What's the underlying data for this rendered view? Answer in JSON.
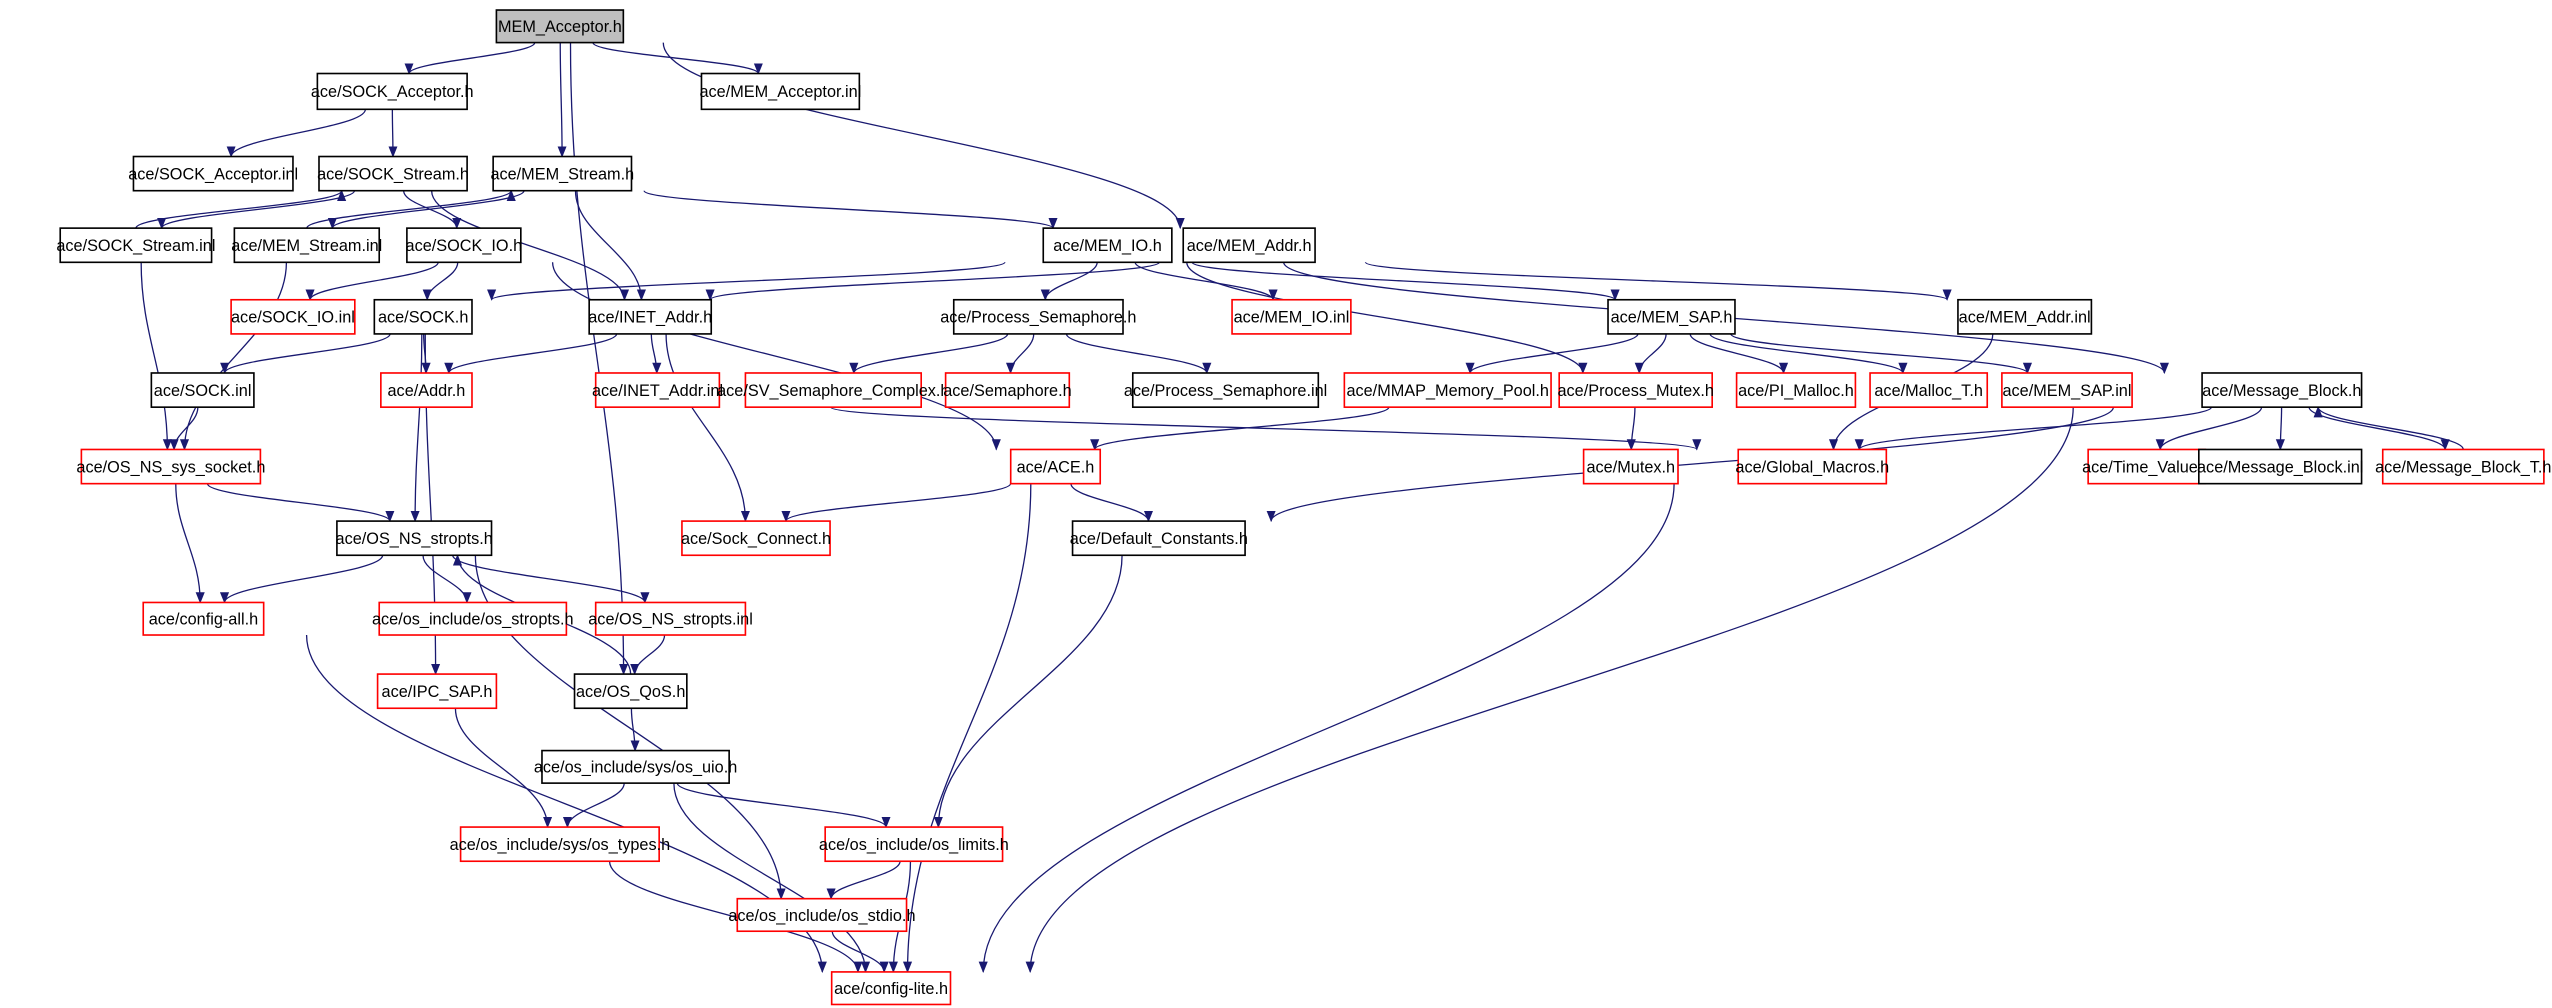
{
  "diagram": {
    "type": "include-dependency-graph",
    "colors": {
      "edge": "#191970",
      "root_fill": "#bfbfbf",
      "documented_border": "#000000",
      "undocumented_border": "#ff0000"
    },
    "nodes": [
      {
        "label": "MEM_Acceptor.h",
        "style": "root"
      },
      {
        "label": "ace/SOCK_Acceptor.h",
        "style": "black"
      },
      {
        "label": "ace/MEM_Acceptor.inl",
        "style": "black"
      },
      {
        "label": "ace/SOCK_Acceptor.inl",
        "style": "black"
      },
      {
        "label": "ace/SOCK_Stream.h",
        "style": "black"
      },
      {
        "label": "ace/MEM_Stream.h",
        "style": "black"
      },
      {
        "label": "ace/SOCK_Stream.inl",
        "style": "black"
      },
      {
        "label": "ace/MEM_Stream.inl",
        "style": "black"
      },
      {
        "label": "ace/SOCK_IO.h",
        "style": "black"
      },
      {
        "label": "ace/MEM_IO.h",
        "style": "black"
      },
      {
        "label": "ace/MEM_Addr.h",
        "style": "black"
      },
      {
        "label": "ace/SOCK_IO.inl",
        "style": "red"
      },
      {
        "label": "ace/SOCK.h",
        "style": "black"
      },
      {
        "label": "ace/INET_Addr.h",
        "style": "black"
      },
      {
        "label": "ace/Process_Semaphore.h",
        "style": "black"
      },
      {
        "label": "ace/MEM_IO.inl",
        "style": "red"
      },
      {
        "label": "ace/MEM_SAP.h",
        "style": "black"
      },
      {
        "label": "ace/MEM_Addr.inl",
        "style": "black"
      },
      {
        "label": "ace/SOCK.inl",
        "style": "black"
      },
      {
        "label": "ace/Addr.h",
        "style": "red"
      },
      {
        "label": "ace/INET_Addr.inl",
        "style": "red"
      },
      {
        "label": "ace/SV_Semaphore_Complex.h",
        "style": "red"
      },
      {
        "label": "ace/Semaphore.h",
        "style": "red"
      },
      {
        "label": "ace/Process_Semaphore.inl",
        "style": "black"
      },
      {
        "label": "ace/MMAP_Memory_Pool.h",
        "style": "red"
      },
      {
        "label": "ace/Process_Mutex.h",
        "style": "red"
      },
      {
        "label": "ace/PI_Malloc.h",
        "style": "red"
      },
      {
        "label": "ace/Malloc_T.h",
        "style": "red"
      },
      {
        "label": "ace/MEM_SAP.inl",
        "style": "red"
      },
      {
        "label": "ace/Message_Block.h",
        "style": "black"
      },
      {
        "label": "ace/OS_NS_sys_socket.h",
        "style": "red"
      },
      {
        "label": "ace/Mutex.h",
        "style": "red"
      },
      {
        "label": "ace/ACE.h",
        "style": "red"
      },
      {
        "label": "ace/Global_Macros.h",
        "style": "red"
      },
      {
        "label": "ace/Time_Value.h",
        "style": "red"
      },
      {
        "label": "ace/Message_Block.inl",
        "style": "black"
      },
      {
        "label": "ace/Message_Block_T.h",
        "style": "red"
      },
      {
        "label": "ace/OS_NS_stropts.h",
        "style": "black"
      },
      {
        "label": "ace/Sock_Connect.h",
        "style": "red"
      },
      {
        "label": "ace/Default_Constants.h",
        "style": "black"
      },
      {
        "label": "ace/config-all.h",
        "style": "red"
      },
      {
        "label": "ace/os_include/os_stropts.h",
        "style": "red"
      },
      {
        "label": "ace/OS_NS_stropts.inl",
        "style": "red"
      },
      {
        "label": "ace/IPC_SAP.h",
        "style": "red"
      },
      {
        "label": "ace/OS_QoS.h",
        "style": "black"
      },
      {
        "label": "ace/os_include/sys/os_uio.h",
        "style": "black"
      },
      {
        "label": "ace/os_include/sys/os_types.h",
        "style": "red"
      },
      {
        "label": "ace/os_include/os_limits.h",
        "style": "red"
      },
      {
        "label": "ace/os_include/os_stdio.h",
        "style": "red"
      },
      {
        "label": "ace/config-lite.h",
        "style": "red"
      }
    ],
    "edges": [
      [
        "MEM_Acceptor.h",
        "ace/SOCK_Acceptor.h"
      ],
      [
        "MEM_Acceptor.h",
        "ace/MEM_Acceptor.inl"
      ],
      [
        "MEM_Acceptor.h",
        "ace/MEM_Stream.h"
      ],
      [
        "MEM_Acceptor.h",
        "ace/MEM_Addr.h"
      ],
      [
        "MEM_Acceptor.h",
        "ace/OS_QoS.h"
      ],
      [
        "ace/SOCK_Acceptor.h",
        "ace/SOCK_Acceptor.inl"
      ],
      [
        "ace/SOCK_Acceptor.h",
        "ace/SOCK_Stream.h"
      ],
      [
        "ace/SOCK_Stream.h",
        "ace/SOCK_Stream.inl"
      ],
      [
        "ace/SOCK_Stream.h",
        "ace/SOCK_IO.h"
      ],
      [
        "ace/SOCK_Stream.h",
        "ace/INET_Addr.h"
      ],
      [
        "ace/SOCK_Stream.inl",
        "ace/SOCK_Stream.h"
      ],
      [
        "ace/SOCK_Stream.inl",
        "ace/OS_NS_sys_socket.h"
      ],
      [
        "ace/MEM_Stream.h",
        "ace/MEM_Stream.inl"
      ],
      [
        "ace/MEM_Stream.h",
        "ace/INET_Addr.h"
      ],
      [
        "ace/MEM_Stream.h",
        "ace/MEM_IO.h"
      ],
      [
        "ace/MEM_Stream.inl",
        "ace/MEM_Stream.h"
      ],
      [
        "ace/MEM_Stream.inl",
        "ace/OS_NS_sys_socket.h"
      ],
      [
        "ace/SOCK_IO.h",
        "ace/SOCK_IO.inl"
      ],
      [
        "ace/SOCK_IO.h",
        "ace/SOCK.h"
      ],
      [
        "ace/SOCK_IO.h",
        "ace/ACE.h"
      ],
      [
        "ace/MEM_IO.h",
        "ace/SOCK.h"
      ],
      [
        "ace/MEM_IO.h",
        "ace/Process_Semaphore.h"
      ],
      [
        "ace/MEM_IO.h",
        "ace/MEM_IO.inl"
      ],
      [
        "ace/MEM_IO.h",
        "ace/Process_Mutex.h"
      ],
      [
        "ace/MEM_IO.h",
        "ace/MEM_SAP.h"
      ],
      [
        "ace/MEM_IO.h",
        "ace/Message_Block.h"
      ],
      [
        "ace/MEM_Addr.h",
        "ace/INET_Addr.h"
      ],
      [
        "ace/MEM_Addr.h",
        "ace/MEM_Addr.inl"
      ],
      [
        "ace/SOCK.h",
        "ace/SOCK.inl"
      ],
      [
        "ace/SOCK.h",
        "ace/Addr.h"
      ],
      [
        "ace/SOCK.h",
        "ace/OS_NS_stropts.h"
      ],
      [
        "ace/SOCK.h",
        "ace/IPC_SAP.h"
      ],
      [
        "ace/INET_Addr.h",
        "ace/Addr.h"
      ],
      [
        "ace/INET_Addr.h",
        "ace/INET_Addr.inl"
      ],
      [
        "ace/INET_Addr.h",
        "ace/Sock_Connect.h"
      ],
      [
        "ace/Process_Semaphore.h",
        "ace/SV_Semaphore_Complex.h"
      ],
      [
        "ace/Process_Semaphore.h",
        "ace/Semaphore.h"
      ],
      [
        "ace/Process_Semaphore.h",
        "ace/Process_Semaphore.inl"
      ],
      [
        "ace/MEM_SAP.h",
        "ace/MMAP_Memory_Pool.h"
      ],
      [
        "ace/MEM_SAP.h",
        "ace/Process_Mutex.h"
      ],
      [
        "ace/MEM_SAP.h",
        "ace/PI_Malloc.h"
      ],
      [
        "ace/MEM_SAP.h",
        "ace/Malloc_T.h"
      ],
      [
        "ace/MEM_SAP.h",
        "ace/MEM_SAP.inl"
      ],
      [
        "ace/MEM_Addr.inl",
        "ace/Global_Macros.h"
      ],
      [
        "ace/SOCK.inl",
        "ace/OS_NS_sys_socket.h"
      ],
      [
        "ace/INET_Addr.inl",
        "ace/Global_Macros.h"
      ],
      [
        "ace/MMAP_Memory_Pool.h",
        "ace/ACE.h"
      ],
      [
        "ace/Process_Mutex.h",
        "ace/Mutex.h"
      ],
      [
        "ace/Message_Block.h",
        "ace/Global_Macros.h"
      ],
      [
        "ace/Message_Block.h",
        "ace/Time_Value.h"
      ],
      [
        "ace/Message_Block.h",
        "ace/Message_Block.inl"
      ],
      [
        "ace/Message_Block.h",
        "ace/Message_Block_T.h"
      ],
      [
        "ace/Message_Block.h",
        "ace/Default_Constants.h"
      ],
      [
        "ace/Message_Block.h",
        "ace/config-lite.h"
      ],
      [
        "ace/Message_Block_T.h",
        "ace/Message_Block.h"
      ],
      [
        "ace/OS_NS_sys_socket.h",
        "ace/OS_NS_stropts.h"
      ],
      [
        "ace/OS_NS_sys_socket.h",
        "ace/config-all.h"
      ],
      [
        "ace/ACE.h",
        "ace/Sock_Connect.h"
      ],
      [
        "ace/ACE.h",
        "ace/Default_Constants.h"
      ],
      [
        "ace/ACE.h",
        "ace/config-lite.h"
      ],
      [
        "ace/Global_Macros.h",
        "ace/config-lite.h"
      ],
      [
        "ace/OS_NS_stropts.h",
        "ace/config-all.h"
      ],
      [
        "ace/OS_NS_stropts.h",
        "ace/os_include/os_stropts.h"
      ],
      [
        "ace/OS_NS_stropts.h",
        "ace/OS_NS_stropts.inl"
      ],
      [
        "ace/OS_NS_stropts.h",
        "ace/os_include/os_stdio.h"
      ],
      [
        "ace/OS_QoS.h",
        "ace/OS_NS_stropts.h"
      ],
      [
        "ace/OS_QoS.h",
        "ace/os_include/sys/os_uio.h"
      ],
      [
        "ace/OS_NS_stropts.inl",
        "ace/OS_QoS.h"
      ],
      [
        "ace/config-all.h",
        "ace/config-lite.h"
      ],
      [
        "ace/Default_Constants.h",
        "ace/os_include/os_limits.h"
      ],
      [
        "ace/IPC_SAP.h",
        "ace/os_include/sys/os_types.h"
      ],
      [
        "ace/os_include/sys/os_uio.h",
        "ace/os_include/sys/os_types.h"
      ],
      [
        "ace/os_include/sys/os_uio.h",
        "ace/os_include/os_limits.h"
      ],
      [
        "ace/os_include/sys/os_uio.h",
        "ace/config-lite.h"
      ],
      [
        "ace/os_include/sys/os_types.h",
        "ace/config-lite.h"
      ],
      [
        "ace/os_include/os_limits.h",
        "ace/os_include/os_stdio.h"
      ],
      [
        "ace/os_include/os_limits.h",
        "ace/config-lite.h"
      ],
      [
        "ace/os_include/os_stdio.h",
        "ace/config-lite.h"
      ]
    ]
  }
}
